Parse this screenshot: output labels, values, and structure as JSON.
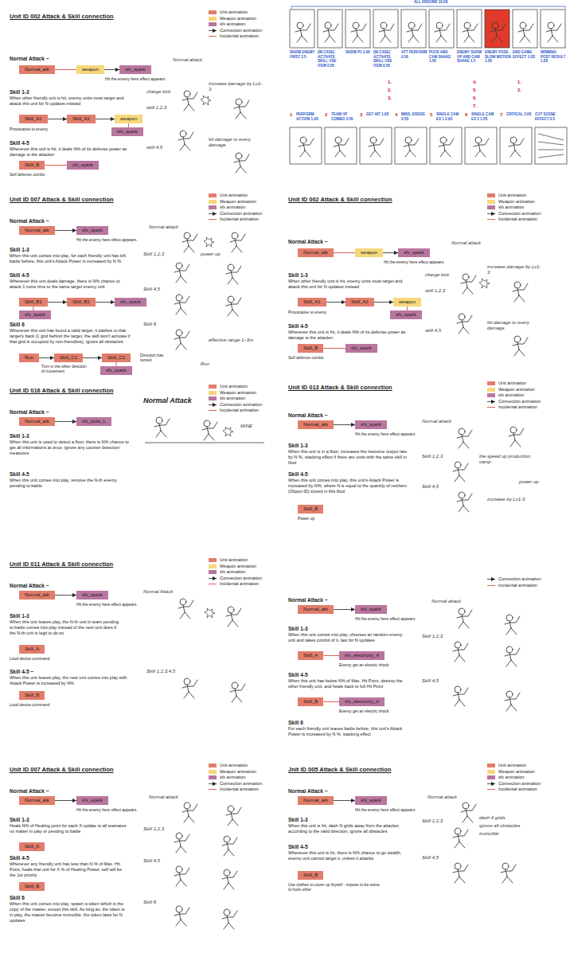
{
  "diagram": {
    "nodes": [
      {
        "text": [
          "Normal_atk"
        ]
      },
      {
        "text": [
          "weapon"
        ]
      },
      {
        "text": [
          "sfx_spark"
        ]
      },
      {
        "text": [
          "Skill_A1"
        ]
      },
      {
        "text": [
          "Skill_A2"
        ]
      },
      {
        "text": [
          "weapon"
        ]
      },
      {
        "text": [
          "sfx_spark"
        ]
      },
      {
        "text": [
          "Skill_B"
        ]
      },
      {
        "text": [
          "sfx_spark"
        ]
      },
      {
        "text": [
          "Normal_atk"
        ]
      },
      {
        "text": [
          "sfx_spark"
        ]
      },
      {
        "text": [
          "Skill_B1"
        ]
      },
      {
        "text": [
          "Skill_B2"
        ]
      },
      {
        "text": [
          "sfx_spark"
        ]
      },
      {
        "text": [
          "sfx_spark"
        ]
      },
      {
        "text": [
          "Run"
        ]
      },
      {
        "text": [
          "Skill_C1"
        ]
      },
      {
        "text": [
          "Skill_C2"
        ]
      },
      {
        "text": [
          "sfx_spark"
        ]
      },
      {
        "text": [
          "Normal_atk"
        ]
      },
      {
        "text": [
          "weapon"
        ]
      },
      {
        "text": [
          "sfx_spark"
        ]
      },
      {
        "text": [
          "Skill_A1"
        ]
      },
      {
        "text": [
          "Skill_A2"
        ]
      },
      {
        "text": [
          "weapon"
        ]
      },
      {
        "text": [
          "sfx_spark"
        ]
      },
      {
        "text": [
          "Skill_B"
        ]
      },
      {
        "text": [
          "sfx_spark"
        ]
      },
      {
        "text": [
          "Normal_atk"
        ]
      },
      {
        "text": [
          "sfx_bolw_L"
        ]
      },
      {
        "text": [
          "Normal_atk"
        ]
      },
      {
        "text": [
          "sfx_spark"
        ]
      },
      {
        "text": [
          "Skill_B"
        ]
      },
      {
        "text": [
          "Normal_atk"
        ]
      },
      {
        "text": [
          "sfx_spark"
        ]
      },
      {
        "text": [
          "Skill_A"
        ]
      },
      {
        "text": [
          "Skill_B"
        ]
      },
      {
        "text": [
          "Normal_atk"
        ]
      },
      {
        "text": [
          "sfx_spark"
        ]
      },
      {
        "text": [
          "Skill_A"
        ]
      },
      {
        "text": [
          "sfx_electricity_A"
        ]
      },
      {
        "text": [
          "Skill_B"
        ]
      },
      {
        "text": [
          "sfx_electricity_A"
        ]
      },
      {
        "text": [
          "Normal_atk"
        ]
      },
      {
        "text": [
          "sfx_spark"
        ]
      },
      {
        "text": [
          "Skill_A"
        ]
      },
      {
        "text": [
          "Skill_B"
        ]
      },
      {
        "text": [
          "Normal_atk"
        ]
      },
      {
        "text": [
          "sfx_spark"
        ]
      },
      {
        "text": [
          "Skill_B"
        ]
      }
    ],
    "edges": [
      {
        "from": 0,
        "to": 1,
        "arrow": "none"
      },
      {
        "from": 1,
        "to": 2,
        "arrow": "to"
      },
      {
        "from": 3,
        "to": 4,
        "arrow": "to"
      },
      {
        "from": 4,
        "to": 5,
        "arrow": "to"
      },
      {
        "from": 5,
        "to": 6,
        "arrow": "none"
      },
      {
        "from": 7,
        "to": 8,
        "arrow": "none"
      },
      {
        "from": 9,
        "to": 10,
        "arrow": "to"
      },
      {
        "from": 11,
        "to": 12,
        "arrow": "to"
      },
      {
        "from": 12,
        "to": 13,
        "arrow": "to"
      },
      {
        "from": 11,
        "to": 14,
        "arrow": "none"
      },
      {
        "from": 15,
        "to": 16,
        "arrow": "to"
      },
      {
        "from": 16,
        "to": 17,
        "arrow": "to"
      },
      {
        "from": 17,
        "to": 18,
        "arrow": "none"
      },
      {
        "from": 19,
        "to": 20,
        "arrow": "none"
      },
      {
        "from": 20,
        "to": 21,
        "arrow": "to"
      },
      {
        "from": 22,
        "to": 23,
        "arrow": "to"
      },
      {
        "from": 23,
        "to": 24,
        "arrow": "to"
      },
      {
        "from": 24,
        "to": 25,
        "arrow": "none"
      },
      {
        "from": 26,
        "to": 27,
        "arrow": "none"
      },
      {
        "from": 28,
        "to": 29,
        "arrow": "to"
      },
      {
        "from": 30,
        "to": 31,
        "arrow": "to"
      },
      {
        "from": 33,
        "to": 34,
        "arrow": "to"
      },
      {
        "from": 37,
        "to": 38,
        "arrow": "to"
      },
      {
        "from": 39,
        "to": 40,
        "arrow": "none"
      },
      {
        "from": 41,
        "to": 42,
        "arrow": "none"
      },
      {
        "from": 43,
        "to": 44,
        "arrow": "to"
      },
      {
        "from": 47,
        "to": 48,
        "arrow": "to"
      }
    ],
    "labels": [
      "Unit ID 002 Attack & Skill connection",
      "Normal Attack ~",
      "Hit the enemy here effect appears.",
      "Skill 1-3",
      "When other friendly unit is hit, enemy units must target and attack this unit for N updates instead",
      "Provocative to enemy",
      "Skill 4-5",
      "Whenever this unit is hit, it deals N% of its defense power as damage to the attacker",
      "Self defence combo",
      "Normal attack",
      "charge kick",
      "increase damage by Lv1-3",
      "skill 1,2,3",
      "skill 4,5",
      "hit damage to every damage",
      "ALL AROUND 10.0S",
      "SHOW ENEMY FIRST 2.5",
      "(IN CASE) ACTIVATE SKILL USE ITEM 0.56",
      "SHOW P1 2.06",
      "(IN CASE) ACTIVATE SKILL USE ITEM 0.56",
      "ATT PERFORM 0.56",
      "PUCK AND CAM SHAKE 1.56",
      "ENEMY SHOW UP AND CAM SHAKE 1.5",
      "ENEMY POSE SLOW MOTION 1.56",
      "END GAME EFFECT 1.0S",
      "WINNING POST RESULT 1.0S",
      "1.",
      "2.",
      "3.",
      "4.",
      "5.",
      "6.",
      "7.",
      "1.",
      "2.",
      "1",
      "PERFORM ACTION 1.0S",
      "2",
      "TEAM UP COMBO 3.56",
      "3",
      "GET HIT 1.0S",
      "4",
      "MISS, DODGE 0.5S",
      "5",
      "SINGLE CAM EX 1 2.0S",
      "6",
      "SINGLE CAM EX 2 1.5S",
      "7",
      "CRITICAL 2.0S",
      "CUT SCENE EFFECT 0.5",
      "Unit ID 007 Attack & Skill connection",
      "Normal Attack ~",
      "Hit the enemy here effect appears.",
      "Skill 1-3",
      "When this unit comes into play, for each friendly unit has left battle before, this unit's Attack Power is increased by N %",
      "Skill 4-5",
      "Whenever this unit deals damage, there is N% chance to attack 1 more time to the same target enemy unit",
      "Skill 6",
      "Whenever this unit has found a valid target, it dashes to that target's back (1 grid behind the target, the skill won't activate if that grid is occupied by non-friendlies), ignore all obstacles",
      "Direction has turned",
      "Turn in the other direction of movement",
      "Normal attack",
      "Skill 1,2,3",
      "power up",
      "Skill 4,5",
      "Skill 6",
      "effective range 1~3m",
      "Run",
      "Unit ID 002 Attack & Skill connection",
      "Normal Attack ~",
      "Hit the enemy here effect appears.",
      "Skill 1-3",
      "When other friendly unit is hit, enemy units must target and attack this unit for N updates instead",
      "Provocative to enemy",
      "Skill 4-5",
      "Whenever this unit is hit, it deals N% of its defense power as damage to the attacker",
      "Self defence combo",
      "Normal attack",
      "charge kick",
      "increase damage by Lv1-3",
      "skill 1,2,3",
      "skill 4,5",
      "hit damage to every damage",
      "Unit ID 016 Attack & Skill connection",
      "Normal Attack ~",
      "Skill 1-3",
      "When this unit is used to detect a floor, there is N% chance to get all informations at once, ignore any counter detection measures",
      "Skill 4-5",
      "When this unit comes into play, remove the N-th enemy pending to battle.",
      "Normal Attack",
      "MINE",
      "Unit ID 013 Attack & Skill connection",
      "Normal Attack ~",
      "Hit the enemy here effect appears.",
      "Skill 1-3",
      "When this unit is in a floor, increases the resource output rate by N %, stacking effect if there are units with the same skill in floor",
      "Skill 4-5",
      "When this unit comes into play, this unit's Attack Power is increased by N%, where N is equal to the quantity of res/item (Object ID) stored in this floor",
      "Power up",
      "Normal attack",
      "Skill 1,2,3",
      "the speed up production camp",
      "Skill 4,5",
      "power up",
      "increase by Lv1-3",
      "Unit ID 011 Attack & Skill connection",
      "Normal Attack ~",
      "Hit the enemy here effect appears.",
      "Skill 1-3",
      "When this unit leaves play, the N-th unit in team pending to battle comes into play instead of the next unit does if the N-th unit is legit to do so",
      "Loud device command",
      "Skill 4-5 ~",
      "When this unit leaves play, the new unit comes into play with Attack Power is increased by N%",
      "Loud device command",
      "Normal Attack",
      "Skill 1,2,3,4,5",
      "Normal Attack ~",
      "Hit the enemy here effect appears.",
      "Skill 1-3",
      "When this unit comes into play, chooses an random enemy unit and takes control of it, last for N updates",
      "Enemy get an electric shock",
      "Skill 4-5",
      "When this unit has below N% of Max. Hit Point, destroy the other friendly unit, and heals back to full Hit Point",
      "Enemy get an electric shock",
      "Skill 6",
      "For each friendly unit leaves battle before, this unit's Attack Power is increased by N %, stacking effect",
      "Normal attack",
      "Skill 1,2,3",
      "Skill 4,5",
      "Unit ID 007 Attack & Skill connection",
      "Normal Attack ~",
      "Hit the enemy here effect appears.",
      "Skill 1-3",
      "Heals N% of Healing point for each X update to all teamates no matter in play or pending to battle",
      "Skill 4-5",
      "Whenever any friendly unit has less than N % of Max. Hit Point, heals that unit for X % of Healing Power, self will be the 1st priority",
      "Skill 6",
      "When this unit comes into play, spawn a token which is the copy of the master, except this skill. As long as, the token is in play, the master become invincible, the token lasts for N updates",
      "Normal attack",
      "Skill 1,2,3",
      "Skill 4,5",
      "Skill 6",
      "Jnit ID 005 Attack & Skill connection",
      "Normal Attack ~",
      "Hit the enemy here effect appears.",
      "Skill 1-3",
      "When this unit is hit, dash N grids away from the attacker, according to the valid direction, ignore all obstacles",
      "Skill 4-5",
      "Whenever this unit is hit, there is N% chance to go stealth, enemy unit cannot target it, unless it attacks.",
      "Use clothes to cover up thyself - impose to be stone to fools other",
      "Normal attack",
      "Skill 1,2,3",
      "dash 4 grids",
      "ignore all obstacles",
      "invincible",
      "Skill 4,5"
    ],
    "legend": [
      {
        "text": "Unit animation",
        "color": "#e27d6b"
      },
      {
        "text": "Weapon animation",
        "color": "#f6d77b"
      },
      {
        "text": "sfx animation",
        "color": "#b9769f"
      },
      {
        "text": "Connection animation"
      },
      {
        "text": "Incidental animation"
      },
      {
        "text": "Unit animation",
        "color": "#e27d6b"
      },
      {
        "text": "Weapon animation",
        "color": "#f6d77b"
      },
      {
        "text": "sfx animation",
        "color": "#b9769f"
      },
      {
        "text": "Connection animation"
      },
      {
        "text": "Incidental animation"
      },
      {
        "text": "Unit animation",
        "color": "#e27d6b"
      },
      {
        "text": "Weapon animation",
        "color": "#f6d77b"
      },
      {
        "text": "sfx animation",
        "color": "#b9769f"
      },
      {
        "text": "Connection animation"
      },
      {
        "text": "Incidental animation"
      },
      {
        "text": "Unit animation",
        "color": "#e27d6b"
      },
      {
        "text": "Weapon animation",
        "color": "#f6d77b"
      },
      {
        "text": "sfx animation",
        "color": "#b9769f"
      },
      {
        "text": "Connection animation"
      },
      {
        "text": "Incidental animation"
      },
      {
        "text": "Unit animation",
        "color": "#e27d6b"
      },
      {
        "text": "Weapon animation",
        "color": "#f6d77b"
      },
      {
        "text": "sfx animation",
        "color": "#b9769f"
      },
      {
        "text": "Connection animation"
      },
      {
        "text": "Incidental animation"
      },
      {
        "text": "Unit animation",
        "color": "#e27d6b"
      },
      {
        "text": "Weapon animation",
        "color": "#f6d77b"
      },
      {
        "text": "sfx animation",
        "color": "#b9769f"
      },
      {
        "text": "Connection animation"
      },
      {
        "text": "Incidental animation"
      },
      {
        "text": "Connection animation"
      },
      {
        "text": "Incidental animation"
      },
      {
        "text": "Unit animation",
        "color": "#e27d6b"
      },
      {
        "text": "Weapon animation",
        "color": "#f6d77b"
      },
      {
        "text": "sfx animation",
        "color": "#b9769f"
      },
      {
        "text": "Connection animation"
      },
      {
        "text": "Incidental animation"
      },
      {
        "text": "Unit animation",
        "color": "#e27d6b"
      },
      {
        "text": "Weapon animation",
        "color": "#f6d77b"
      },
      {
        "text": "sfx animation",
        "color": "#b9769f"
      },
      {
        "text": "Connection animation"
      },
      {
        "text": "Incidental animation"
      }
    ]
  }
}
